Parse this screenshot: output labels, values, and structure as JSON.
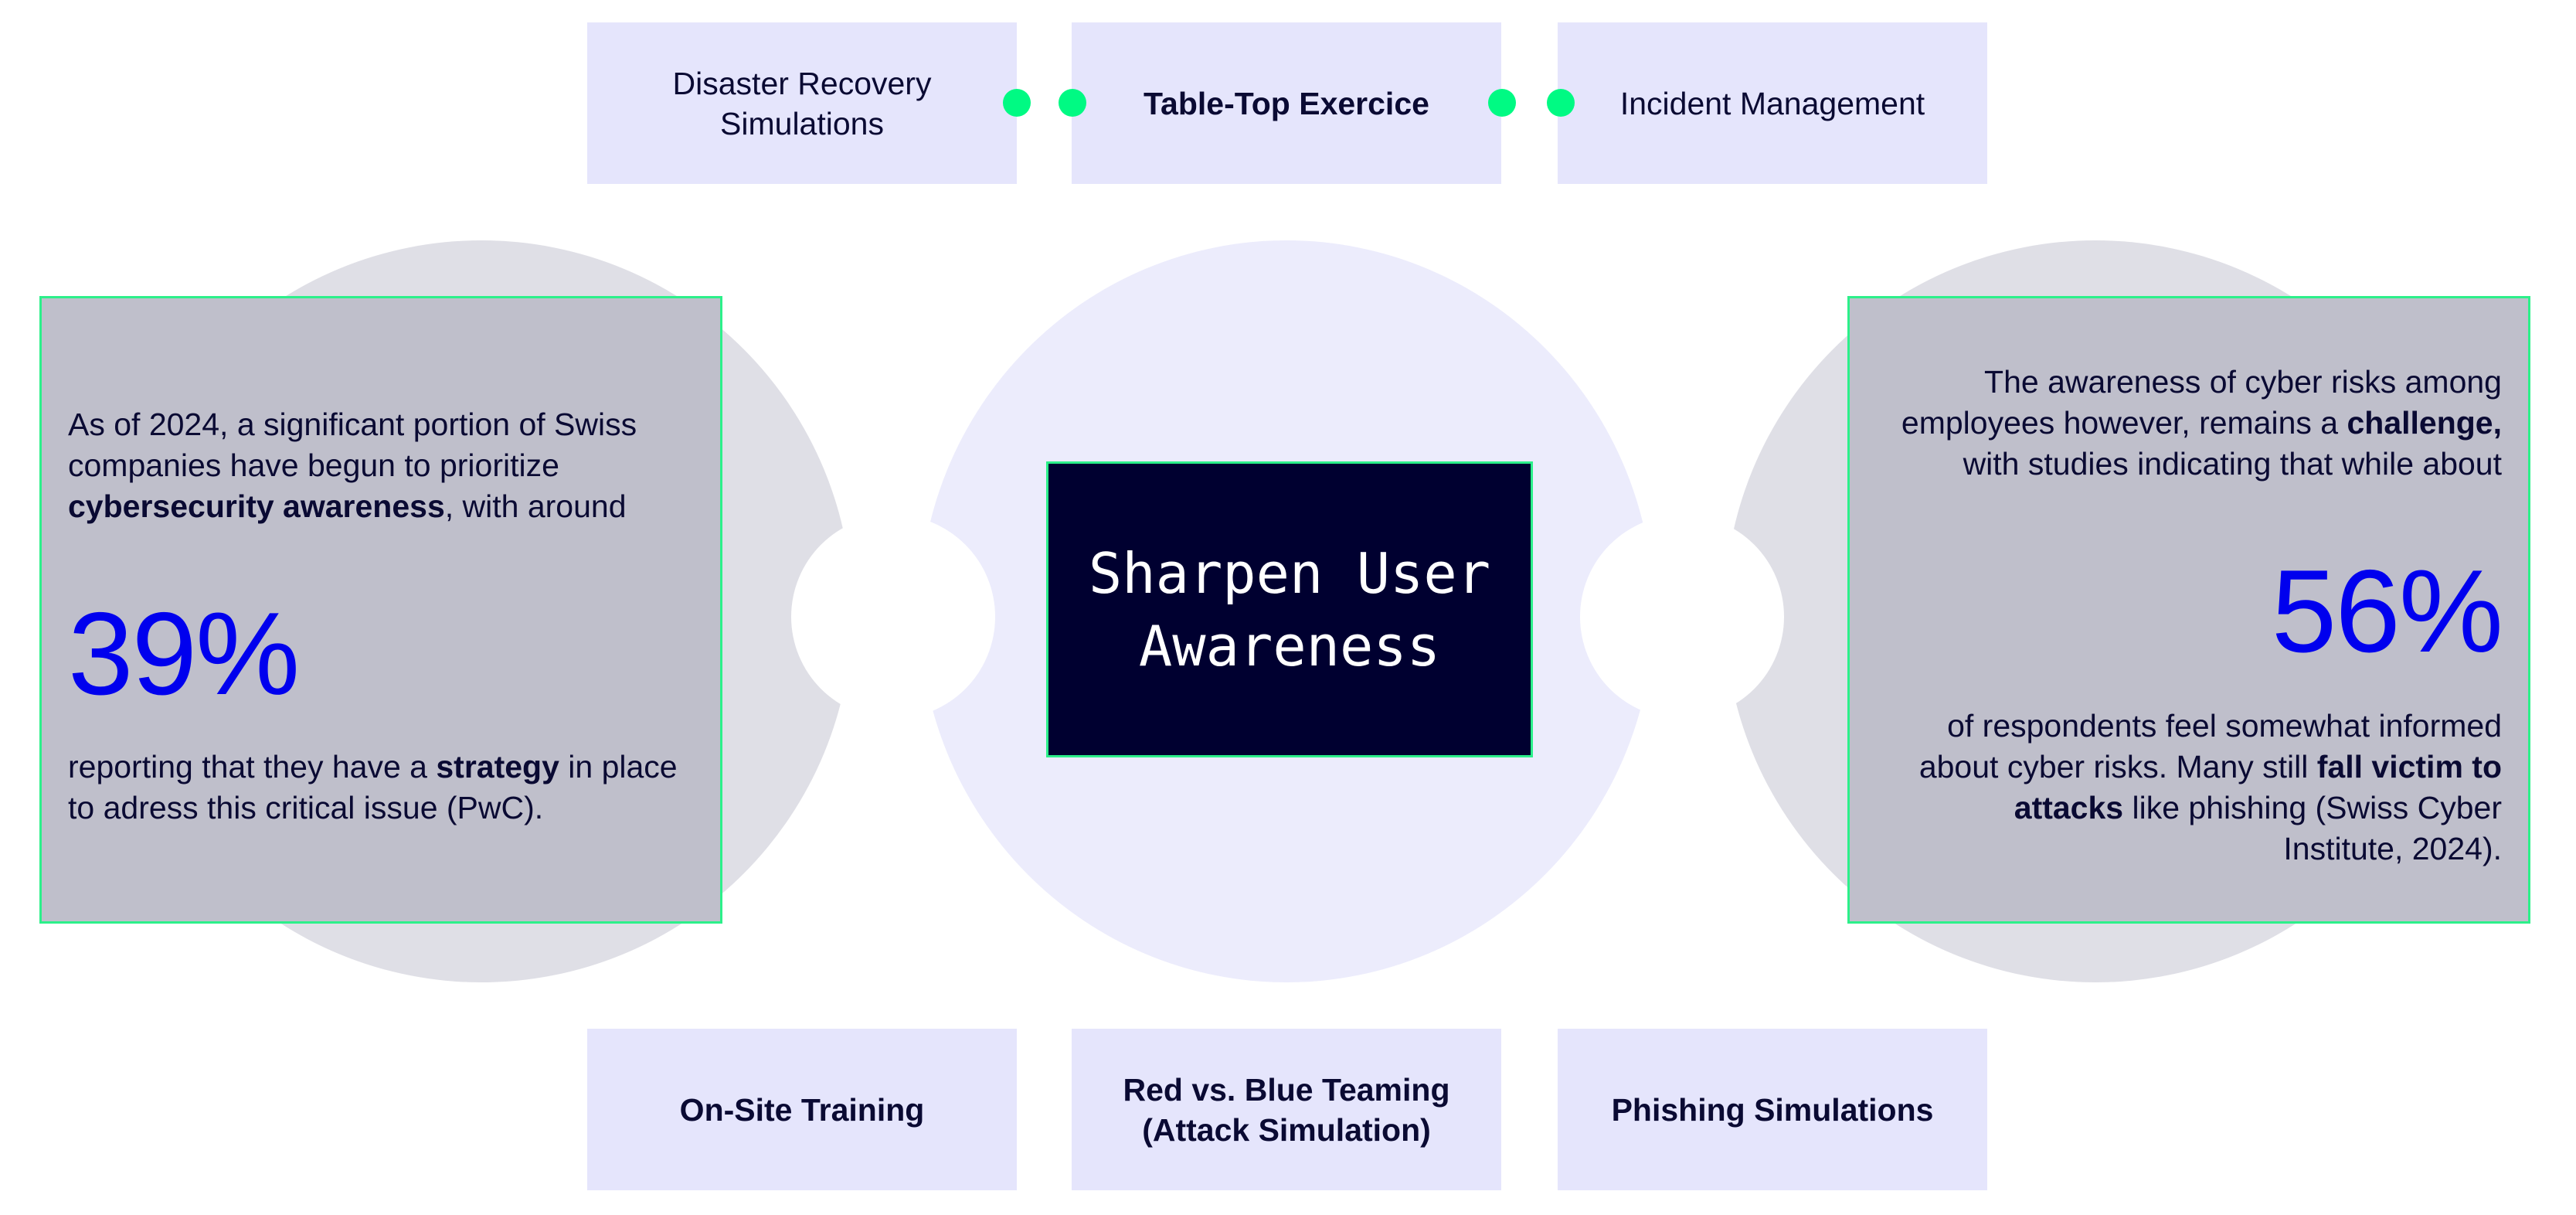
{
  "top_row": [
    {
      "label": "Disaster Recovery Simulations",
      "bold": false
    },
    {
      "label": "Table-Top Exercice",
      "bold": true
    },
    {
      "label": "Incident Management",
      "bold": false
    }
  ],
  "bottom_row": [
    {
      "label": "On-Site Training",
      "bold": true
    },
    {
      "label": "Red vs. Blue Teaming (Attack Simulation)",
      "bold": true
    },
    {
      "label": "Phishing Simulations",
      "bold": true
    }
  ],
  "center": {
    "title_line1": "Sharpen User",
    "title_line2": "Awareness"
  },
  "left_panel": {
    "intro_a": "As of 2024, a significant portion of Swiss companies have begun to prioritize ",
    "intro_bold": "cybersecurity awareness",
    "intro_b": ", with around",
    "stat": "39%",
    "outro_a": "reporting that they have a ",
    "outro_bold": "strategy",
    "outro_b": " in place to adress this critical issue (PwC)."
  },
  "right_panel": {
    "intro_a": "The awareness of cyber risks among employees however, remains a ",
    "intro_bold": "challenge,",
    "intro_b": " with studies indicating that while about",
    "stat": "56%",
    "outro_a": "of respondents feel somewhat informed about cyber risks. Many still ",
    "outro_bold": "fall victim to attacks",
    "outro_b": " like phishing (Swiss Cyber Institute, 2024)."
  },
  "colors": {
    "accent_green": "#00fa83",
    "stat_blue": "#0000ee",
    "center_box_bg": "#000030",
    "box_bg": "#e5e5fc",
    "panel_bg": "#bfbfcb"
  }
}
